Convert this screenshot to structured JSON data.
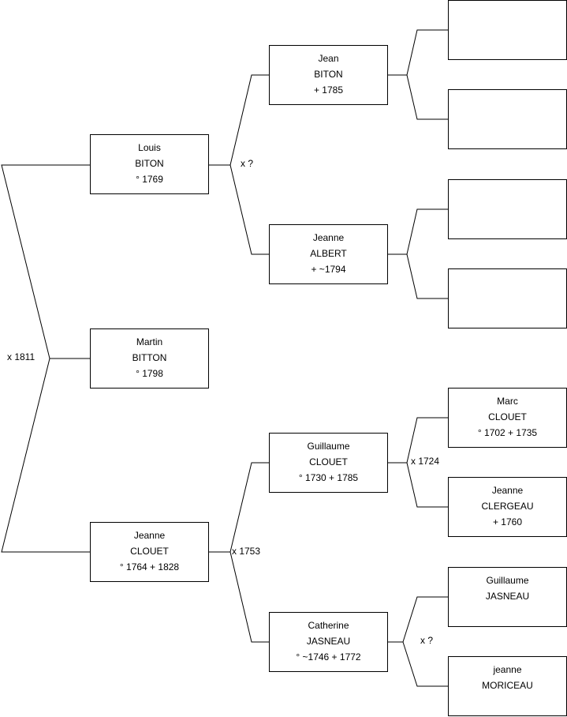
{
  "persons": {
    "martin": {
      "first": "Martin",
      "last": "BITTON",
      "dates": "° 1798"
    },
    "louis": {
      "first": "Louis",
      "last": "BITON",
      "dates": "° 1769"
    },
    "jeanne_clouet": {
      "first": "Jeanne",
      "last": "CLOUET",
      "dates": "° 1764 + 1828"
    },
    "jean": {
      "first": "Jean",
      "last": "BITON",
      "dates": "+ 1785"
    },
    "jeanne_albert": {
      "first": "Jeanne",
      "last": "ALBERT",
      "dates": "+ ~1794"
    },
    "guillaume_clouet": {
      "first": "Guillaume",
      "last": "CLOUET",
      "dates": "° 1730 + 1785"
    },
    "catherine": {
      "first": "Catherine",
      "last": "JASNEAU",
      "dates": "° ~1746 + 1772"
    },
    "marc": {
      "first": "Marc",
      "last": "CLOUET",
      "dates": "° 1702 + 1735"
    },
    "jeanne_clergeau": {
      "first": "Jeanne",
      "last": "CLERGEAU",
      "dates": "+ 1760"
    },
    "guillaume_jasneau": {
      "first": "Guillaume",
      "last": "JASNEAU",
      "dates": ""
    },
    "jeanne_moriceau": {
      "first": "jeanne",
      "last": "MORICEAU",
      "dates": ""
    },
    "empty1": {
      "first": "",
      "last": "",
      "dates": ""
    },
    "empty2": {
      "first": "",
      "last": "",
      "dates": ""
    },
    "empty3": {
      "first": "",
      "last": "",
      "dates": ""
    },
    "empty4": {
      "first": "",
      "last": "",
      "dates": ""
    }
  },
  "marriages": {
    "martin_parents": "x 1811",
    "louis_parents": "x ?",
    "jeanne_clouet_parents": "x 1753",
    "guillaume_clouet_parents": "x 1724",
    "catherine_parents": "x ?"
  },
  "colors": {
    "line": "#000000",
    "box_border": "#000000",
    "background": "#ffffff"
  }
}
